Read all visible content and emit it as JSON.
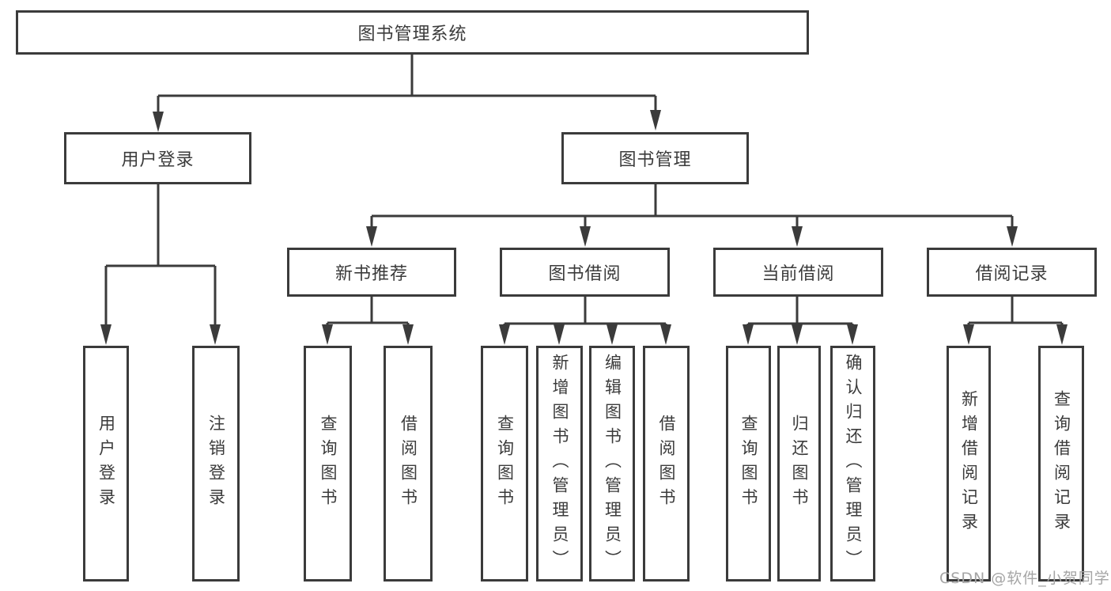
{
  "diagram": {
    "title": "图书管理系统",
    "level2": [
      {
        "label": "用户登录",
        "children": [
          "用户登录",
          "注销登录"
        ]
      },
      {
        "label": "图书管理"
      }
    ],
    "level3": [
      {
        "label": "新书推荐",
        "children": [
          "查询图书",
          "借阅图书"
        ]
      },
      {
        "label": "图书借阅",
        "children": [
          "查询图书",
          "新增图书（管理员）",
          "编辑图书（管理员）",
          "借阅图书"
        ]
      },
      {
        "label": "当前借阅",
        "children": [
          "查询图书",
          "归还图书",
          "确认归还（管理员）"
        ]
      },
      {
        "label": "借阅记录",
        "children": [
          "新增借阅记录",
          "查询借阅记录"
        ]
      }
    ]
  },
  "watermark": "CSDN @软件_小贺同学",
  "colors": {
    "line": "#3b3b3b",
    "box_background": "#ffffff",
    "watermark": "#a5a5a5",
    "background": "#ffffff"
  }
}
